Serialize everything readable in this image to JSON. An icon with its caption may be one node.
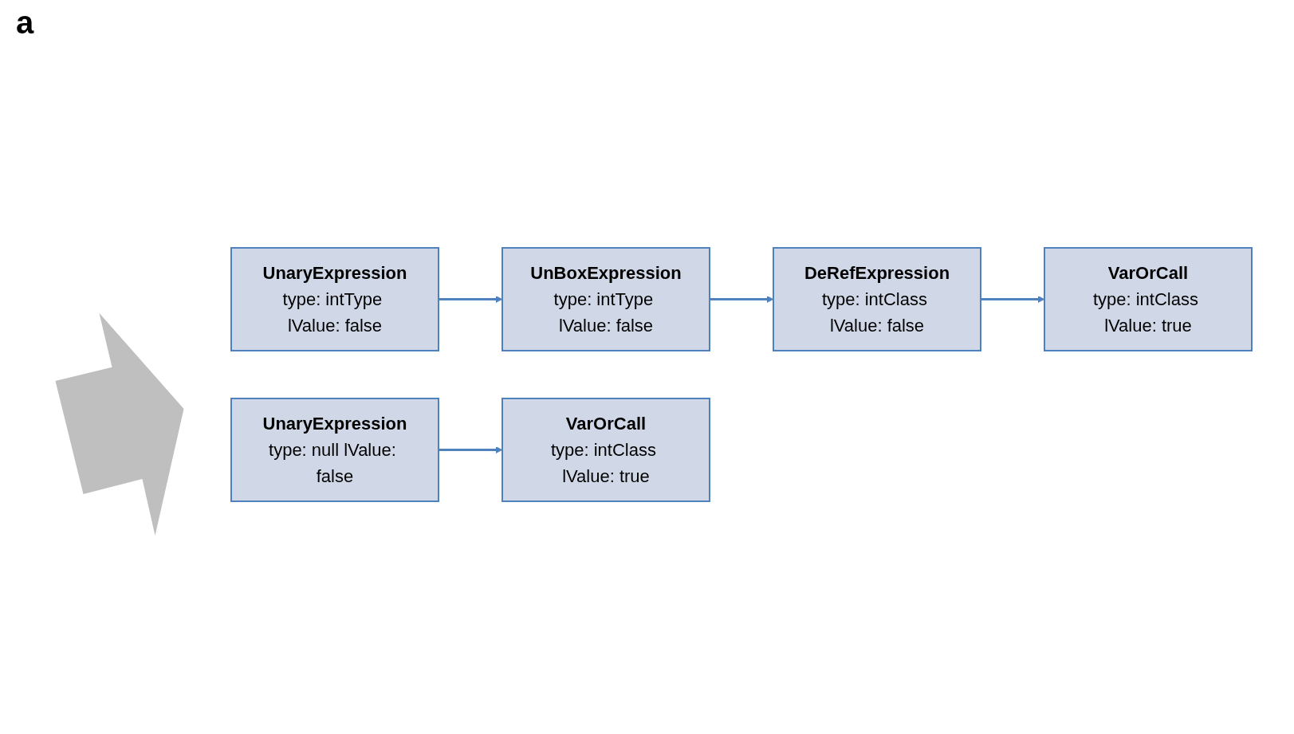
{
  "diagram": {
    "nodes": [
      {
        "text": [
          "UnaryExpression",
          "type: intType lValue: false"
        ]
      },
      {
        "text": [
          "UnBoxExpression",
          "type: intType lValue: false"
        ]
      },
      {
        "text": [
          "DeRefExpression",
          "type: intClass lValue: false"
        ]
      },
      {
        "text": [
          "UnaryExpression",
          "type: null lValue: false"
        ]
      },
      {
        "text": [
          "VarOrCall",
          "type: intClass lValue: true"
        ]
      },
      {
        "text": [
          "VarOrCall",
          "type: intClass lValue: true"
        ]
      }
    ],
    "edges": [
      {
        "from": 0,
        "to": 1,
        "arrow": "to"
      },
      {
        "from": 1,
        "to": 2,
        "arrow": "to"
      },
      {
        "from": 2,
        "to": 5,
        "arrow": "to"
      },
      {
        "from": 3,
        "to": 4,
        "arrow": "to"
      }
    ],
    "labels": [
      "a"
    ]
  }
}
